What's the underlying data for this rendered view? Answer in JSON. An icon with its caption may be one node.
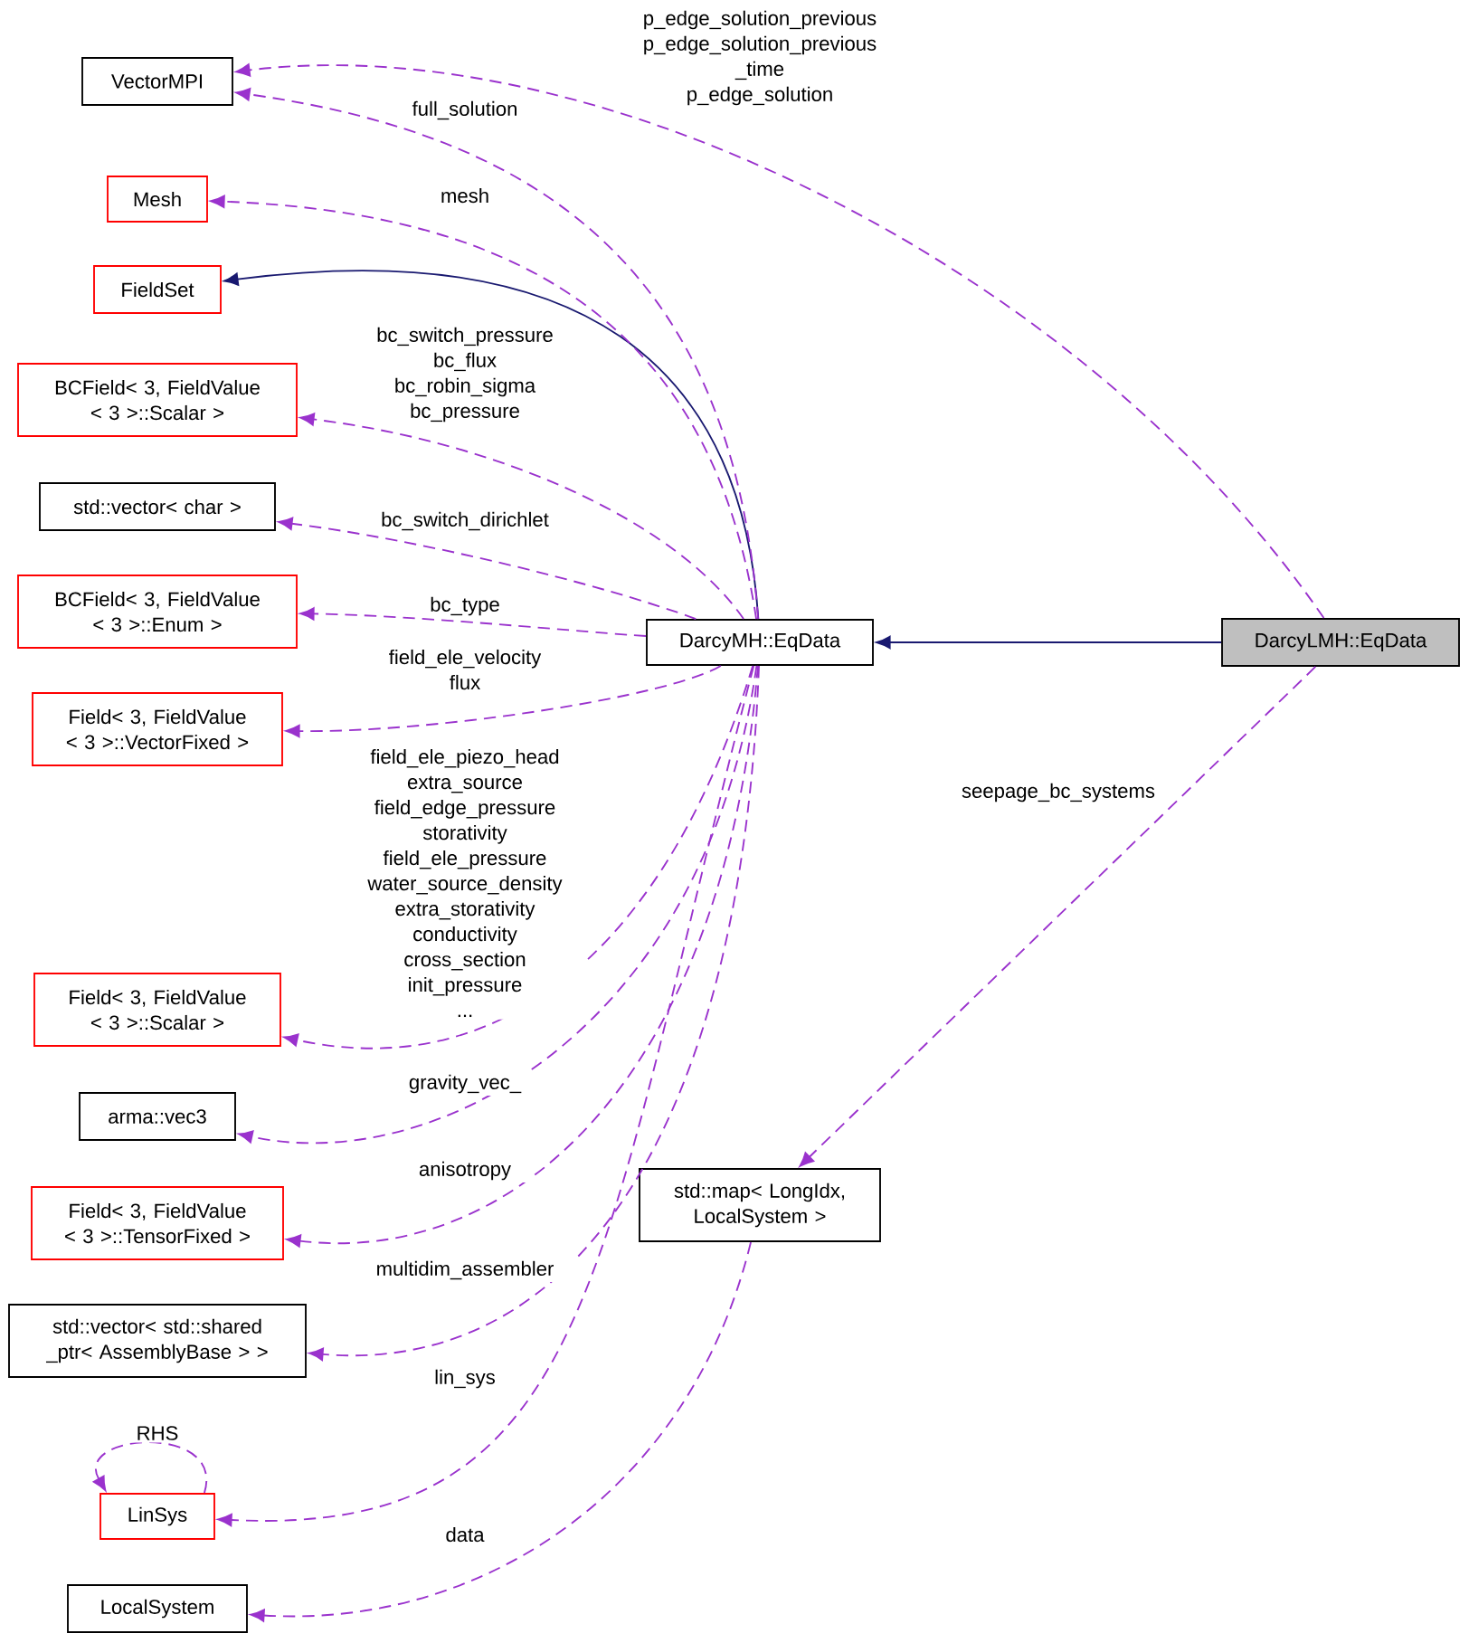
{
  "diagram": {
    "nodes": [
      {
        "text": [
          "VectorMPI"
        ]
      },
      {
        "text": [
          "Mesh"
        ]
      },
      {
        "text": [
          "FieldSet"
        ]
      },
      {
        "text": [
          "BCField< 3, FieldValue < 3 >::Scalar >"
        ]
      },
      {
        "text": [
          "std::vector< char >"
        ]
      },
      {
        "text": [
          "BCField< 3, FieldValue < 3 >::Enum >"
        ]
      },
      {
        "text": [
          "Field< 3, FieldValue < 3 >::VectorFixed >"
        ]
      },
      {
        "text": [
          "Field< 3, FieldValue < 3 >::Scalar >"
        ]
      },
      {
        "text": [
          "arma::vec3"
        ]
      },
      {
        "text": [
          "Field< 3, FieldValue < 3 >::TensorFixed >"
        ]
      },
      {
        "text": [
          "std::vector< std::shared _ptr< AssemblyBase > >"
        ]
      },
      {
        "text": [
          "LinSys"
        ]
      },
      {
        "text": [
          "LocalSystem"
        ]
      },
      {
        "text": [
          "DarcyMH::EqData"
        ]
      },
      {
        "text": [
          "DarcyLMH::EqData"
        ]
      },
      {
        "text": [
          "std::map< LongIdx, LocalSystem >"
        ]
      }
    ],
    "edges": [
      {
        "from": 13,
        "to": 2,
        "arrow": "to",
        "color": "#191970"
      },
      {
        "from": 14,
        "to": 13,
        "arrow": "to",
        "color": "#191970"
      },
      {
        "from": 14,
        "to": 0,
        "arrow": "to",
        "style": "dashed",
        "label": "p_edge_solution_previous p_edge_solution_previous _time p_edge_solution"
      },
      {
        "from": 13,
        "to": 0,
        "arrow": "to",
        "style": "dashed",
        "label": "full_solution"
      },
      {
        "from": 13,
        "to": 1,
        "arrow": "to",
        "style": "dashed",
        "label": "mesh"
      },
      {
        "from": 13,
        "to": 3,
        "arrow": "to",
        "style": "dashed",
        "label": "bc_switch_pressure bc_flux bc_robin_sigma bc_pressure"
      },
      {
        "from": 13,
        "to": 4,
        "arrow": "to",
        "style": "dashed",
        "label": "bc_switch_dirichlet"
      },
      {
        "from": 13,
        "to": 5,
        "arrow": "to",
        "style": "dashed",
        "label": "bc_type"
      },
      {
        "from": 13,
        "to": 6,
        "arrow": "to",
        "style": "dashed",
        "label": "field_ele_velocity flux"
      },
      {
        "from": 13,
        "to": 7,
        "arrow": "to",
        "style": "dashed",
        "label": "field_ele_piezo_head extra_source field_edge_pressure storativity field_ele_pressure water_source_density extra_storativity conductivity cross_section init_pressure ..."
      },
      {
        "from": 13,
        "to": 8,
        "arrow": "to",
        "style": "dashed",
        "label": "gravity_vec_"
      },
      {
        "from": 13,
        "to": 9,
        "arrow": "to",
        "style": "dashed",
        "label": "anisotropy"
      },
      {
        "from": 13,
        "to": 10,
        "arrow": "to",
        "style": "dashed",
        "label": "multidim_assembler"
      },
      {
        "from": 13,
        "to": 11,
        "arrow": "to",
        "style": "dashed",
        "label": "lin_sys"
      },
      {
        "from": 11,
        "to": 11,
        "arrow": "to",
        "style": "dashed",
        "label": "RHS"
      },
      {
        "from": 14,
        "to": 15,
        "arrow": "to",
        "style": "dashed",
        "label": "seepage_bc_systems"
      },
      {
        "from": 15,
        "to": 12,
        "arrow": "to",
        "style": "dashed",
        "label": "data"
      }
    ]
  }
}
